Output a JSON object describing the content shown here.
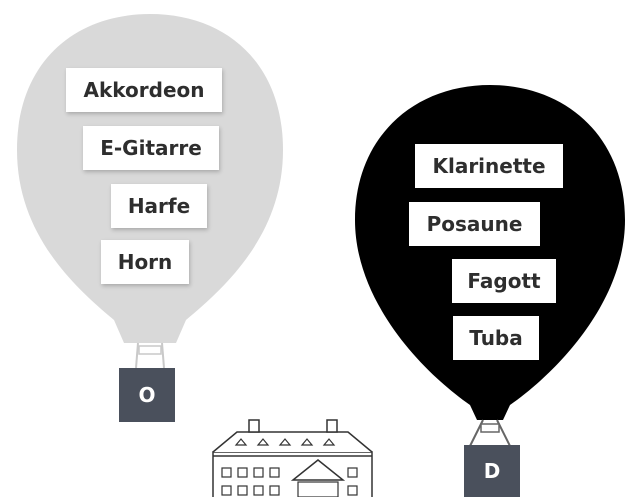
{
  "balloons": [
    {
      "color": "#d9d9d9",
      "label": "O",
      "words": [
        "Akkordeon",
        "E-Gitarre",
        "Harfe",
        "Horn"
      ]
    },
    {
      "color": "#000000",
      "label": "D",
      "words": [
        "Klarinette",
        "Posaune",
        "Fagott",
        "Tuba"
      ]
    }
  ],
  "colors": {
    "basket": "#4a505c",
    "building_stroke": "#333333"
  },
  "decoration": "building-icon"
}
